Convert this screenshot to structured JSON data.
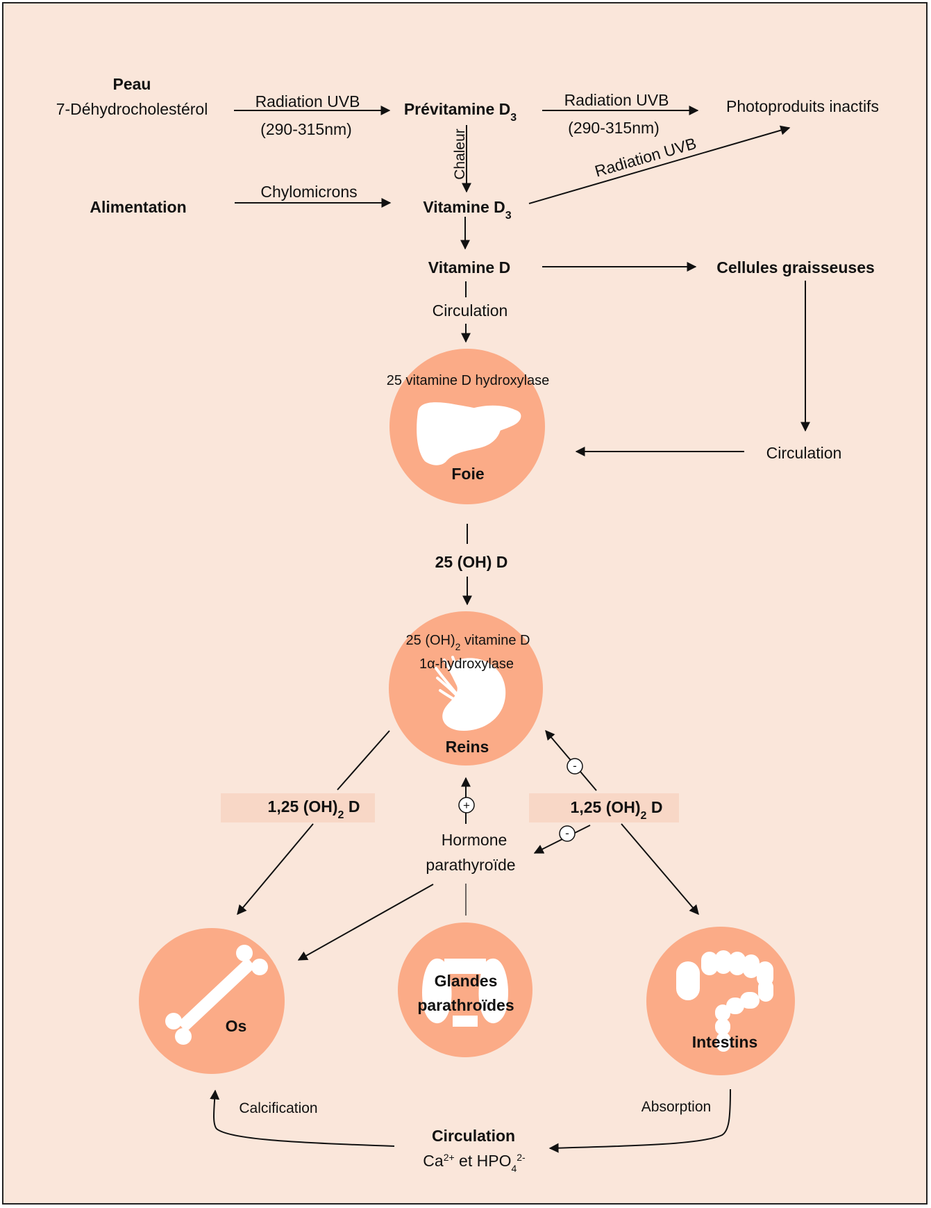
{
  "colors": {
    "background": "#fae6da",
    "circle": "#fbab87",
    "organ": "#ffffff",
    "ink": "#111111"
  },
  "top": {
    "peau": "Peau",
    "dehydro": "7-Déhydrocholestérol",
    "uvb1": "Radiation UVB",
    "uvb1_range": "(290-315nm)",
    "previtamine": "Prévitamine D",
    "uvb2": "Radiation UVB",
    "uvb2_range": "(290-315nm)",
    "photoproduits": "Photoproduits inactifs",
    "chaleur": "Chaleur",
    "uvb3": "Radiation UVB",
    "alimentation": "Alimentation",
    "chylomicrons": "Chylomicrons",
    "vitamine_d3": "Vitamine D",
    "subscript_3": "3",
    "vitamine_d": "Vitamine D",
    "circulation1": "Circulation",
    "cellules": "Cellules graisseuses",
    "circulation2": "Circulation"
  },
  "foie": {
    "enzyme": "25 vitamine D hydroxylase",
    "label": "Foie",
    "icon": "liver-icon"
  },
  "metabolite_25": "25 (OH) D",
  "reins": {
    "enzyme_a": "25 (OH)",
    "enzyme_sub": "2",
    "enzyme_b": " vitamine D",
    "enzyme_line2": "1α-hydroxylase",
    "label": "Reins",
    "icon": "kidney-icon"
  },
  "calcitriol": {
    "prefix": "1,25 (OH)",
    "sub": "2",
    "suffix": " D"
  },
  "signs": {
    "plus": "+",
    "minus": "-"
  },
  "pth": {
    "line1": "Hormone",
    "line2": "parathyroïde"
  },
  "os": {
    "label": "Os",
    "icon": "bone-icon"
  },
  "glandes": {
    "line1": "Glandes",
    "line2": "parathroïdes",
    "icon": "parathyroid-icon"
  },
  "intestins": {
    "label": "Intestins",
    "icon": "intestine-icon"
  },
  "bottom": {
    "calcification": "Calcification",
    "absorption": "Absorption",
    "circulation": "Circulation",
    "ions_a": "Ca",
    "ions_a_sup": "2+",
    "ions_b": " et HPO",
    "ions_b_sub": "4",
    "ions_b_sup": "2-"
  }
}
